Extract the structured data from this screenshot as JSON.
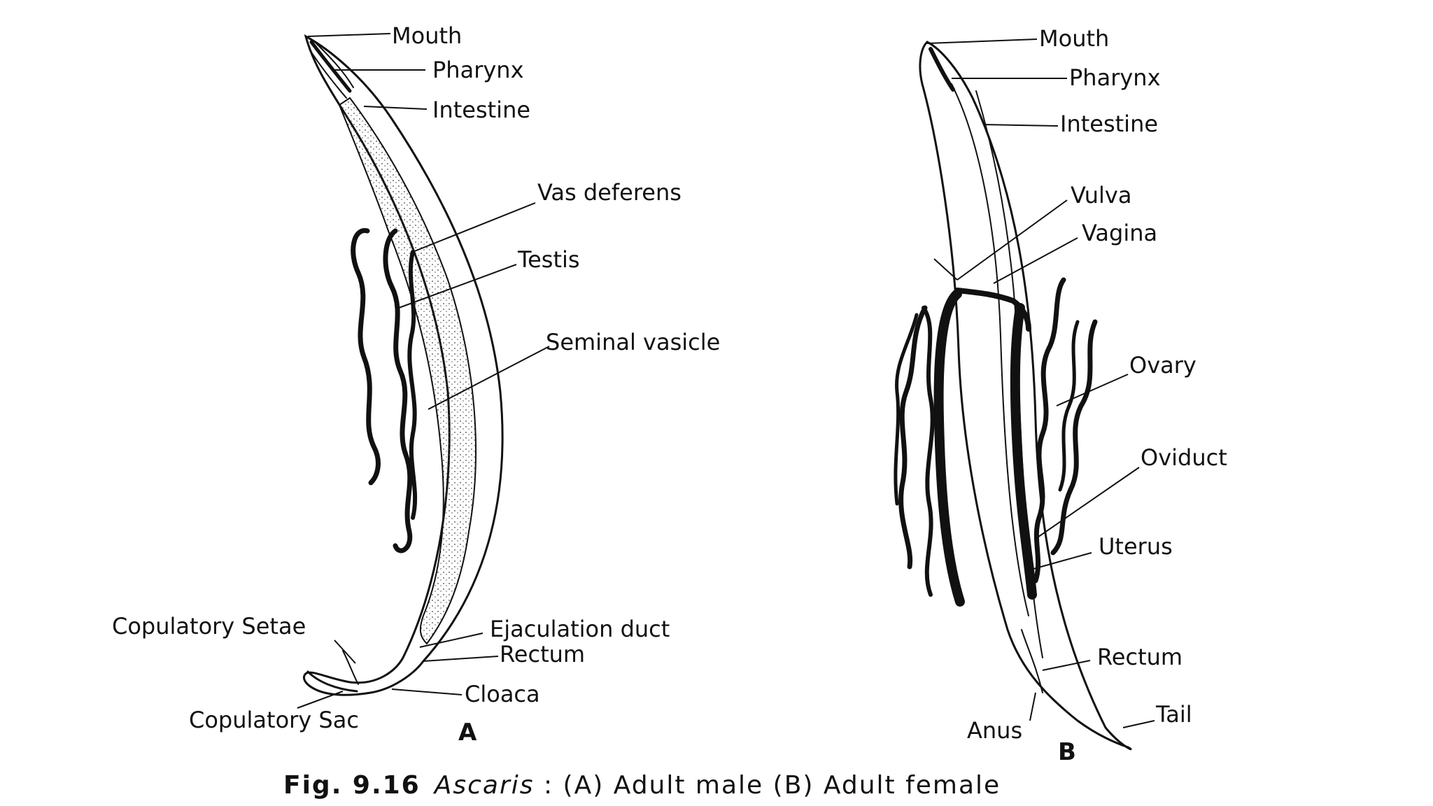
{
  "figure": {
    "caption": {
      "number": "Fig. 9.16",
      "genus": "Ascaris",
      "rest": " : (A) Adult male (B) Adult female"
    },
    "panel_a": {
      "label": "A",
      "labels": {
        "mouth": "Mouth",
        "pharynx": "Pharynx",
        "intestine": "Intestine",
        "vas_deferens": "Vas deferens",
        "testis": "Testis",
        "seminal_vesicle": "Seminal vasicle",
        "copulatory_setae": "Copulatory Setae",
        "ejaculation_duct": "Ejaculation duct",
        "rectum": "Rectum",
        "cloaca": "Cloaca",
        "copulatory_sac": "Copulatory Sac"
      }
    },
    "panel_b": {
      "label": "B",
      "labels": {
        "mouth": "Mouth",
        "pharynx": "Pharynx",
        "intestine": "Intestine",
        "vulva": "Vulva",
        "vagina": "Vagina",
        "ovary": "Ovary",
        "oviduct": "Oviduct",
        "uterus": "Uterus",
        "rectum": "Rectum",
        "tail": "Tail",
        "anus": "Anus"
      }
    },
    "colors": {
      "ink": "#111111",
      "background": "#ffffff"
    }
  }
}
